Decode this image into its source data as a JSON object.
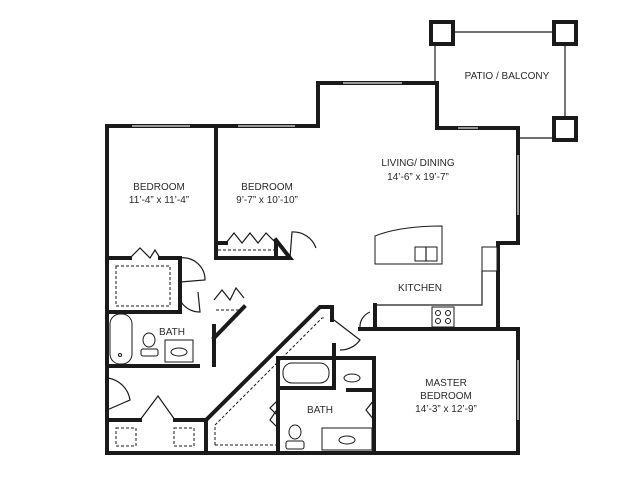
{
  "plan": {
    "rooms": [
      {
        "id": "patio",
        "name": "PATIO / BALCONY",
        "dims": ""
      },
      {
        "id": "living",
        "name": "LIVING/ DINING",
        "dims": "14’-6” x 19’-7”"
      },
      {
        "id": "bedroom1",
        "name": "BEDROOM",
        "dims": "11’-4” x 11’-4”"
      },
      {
        "id": "bedroom2",
        "name": "BEDROOM",
        "dims": "9’-7” x 10’-10”"
      },
      {
        "id": "kitchen",
        "name": "KITCHEN",
        "dims": ""
      },
      {
        "id": "bath1",
        "name": "BATH",
        "dims": ""
      },
      {
        "id": "bath2",
        "name": "BATH",
        "dims": ""
      },
      {
        "id": "master",
        "name": "MASTER",
        "name2": "BEDROOM",
        "dims": "14’-3” x 12’-9”"
      }
    ],
    "icons": [
      "door-swing-icon",
      "bifold-door-icon",
      "bathtub-icon",
      "toilet-icon",
      "sink-icon",
      "stove-icon",
      "refrigerator-icon",
      "column-post-icon"
    ]
  }
}
